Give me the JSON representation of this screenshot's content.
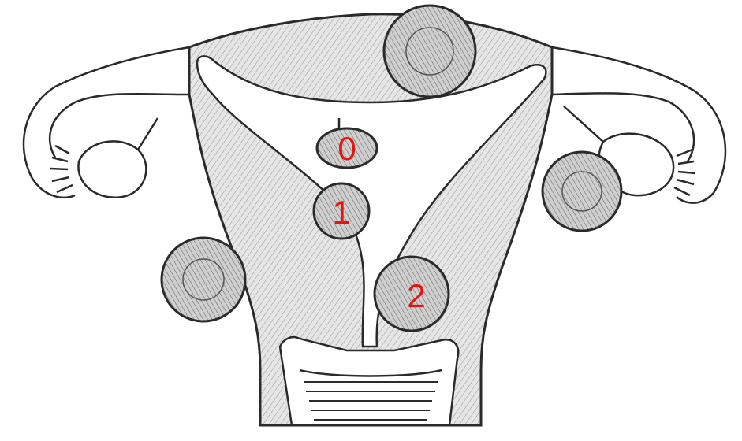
{
  "diagram": {
    "fibroid_labels": [
      {
        "id": "fibroid-0",
        "text": "0"
      },
      {
        "id": "fibroid-1",
        "text": "1"
      },
      {
        "id": "fibroid-2",
        "text": "2"
      }
    ],
    "colors": {
      "ink": "#2a2a2a",
      "shade": "#d9d9d9",
      "label": "#e8140c",
      "background": "#ffffff"
    }
  }
}
